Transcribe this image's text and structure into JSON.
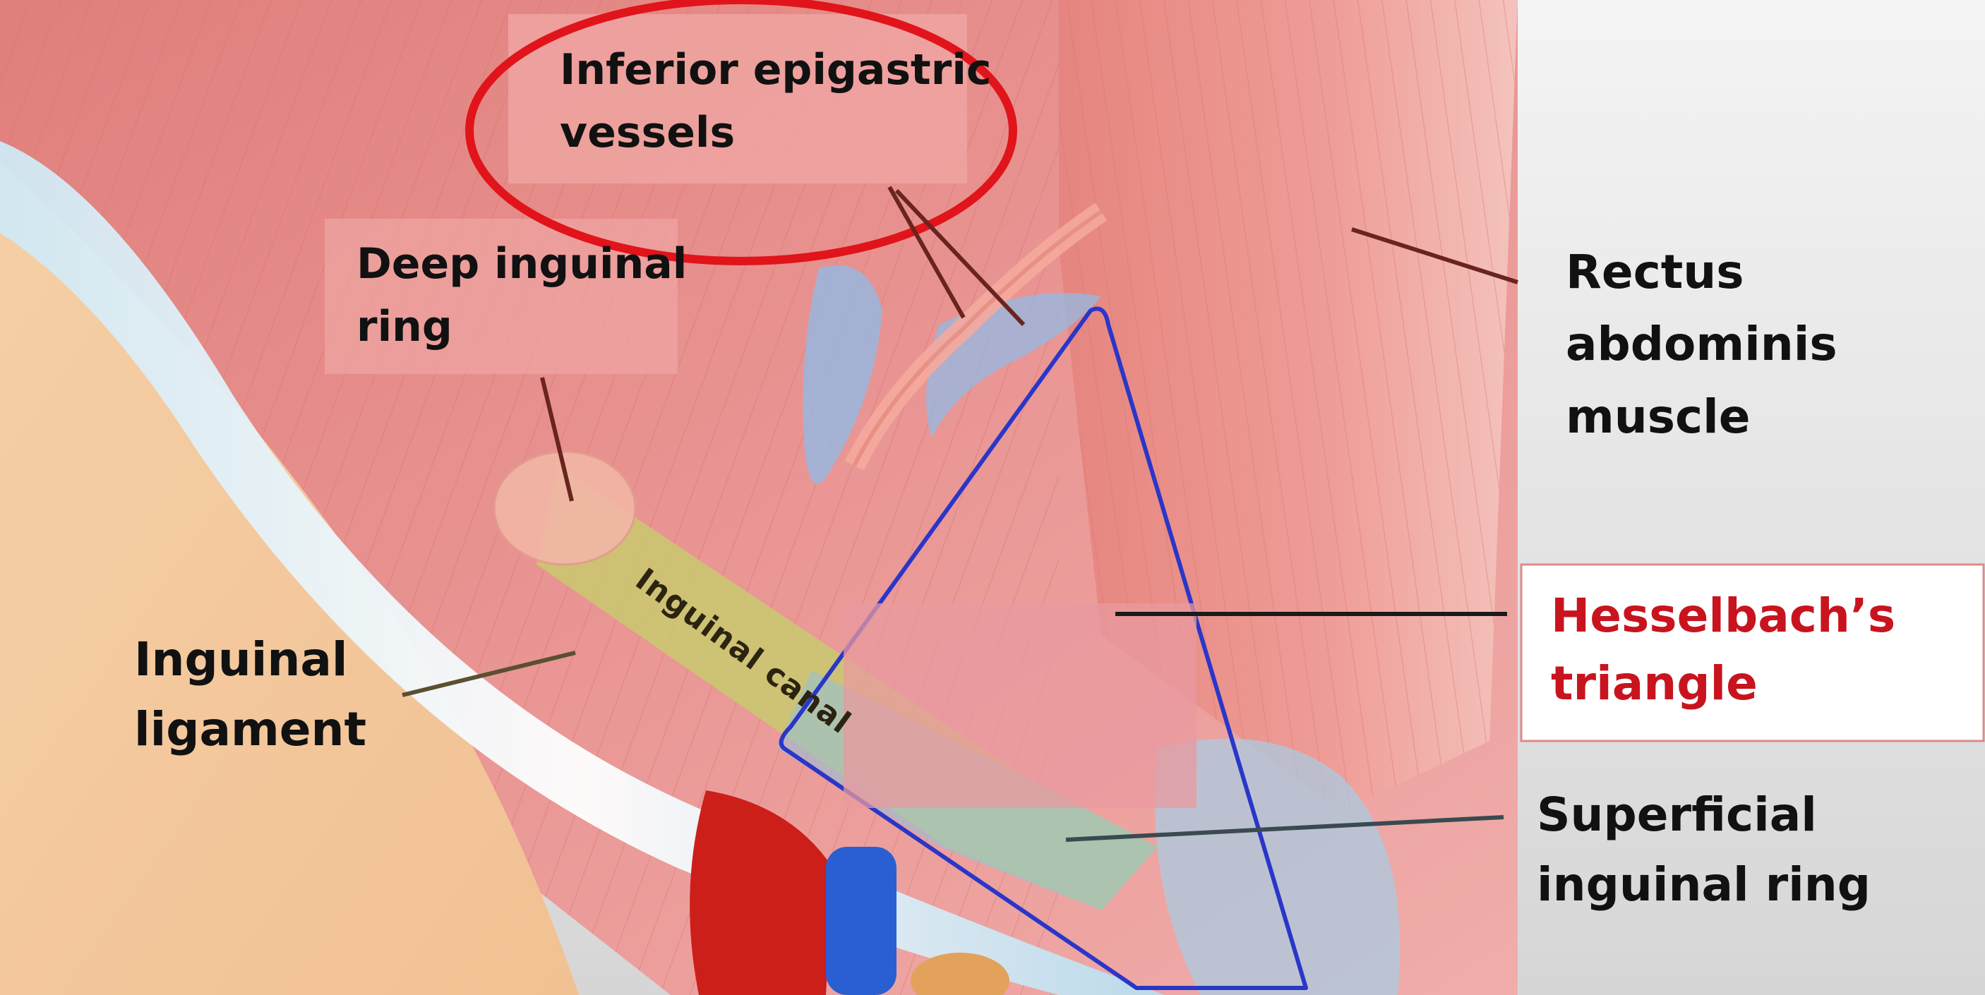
{
  "diagram": {
    "labels": {
      "inferior_epigastric": [
        "Inferior epigastric",
        "vessels"
      ],
      "deep_inguinal_ring": [
        "Deep inguinal",
        "ring"
      ],
      "rectus_abdominis": [
        "Rectus",
        "abdominis",
        "muscle"
      ],
      "hesselbach": [
        "Hesselbach’s",
        "triangle"
      ],
      "inguinal_canal": "Inguinal canal",
      "inguinal_ligament": [
        "Inguinal",
        "ligament"
      ],
      "superficial_inguinal_ring": [
        "Superficial",
        "inguinal ring"
      ]
    },
    "highlight": {
      "circle_label": "Inferior epigastric vessels",
      "circle_color": "#e0141a",
      "triangle_color": "#2a36c8",
      "emphasis_text_color": "#c8141e"
    }
  }
}
